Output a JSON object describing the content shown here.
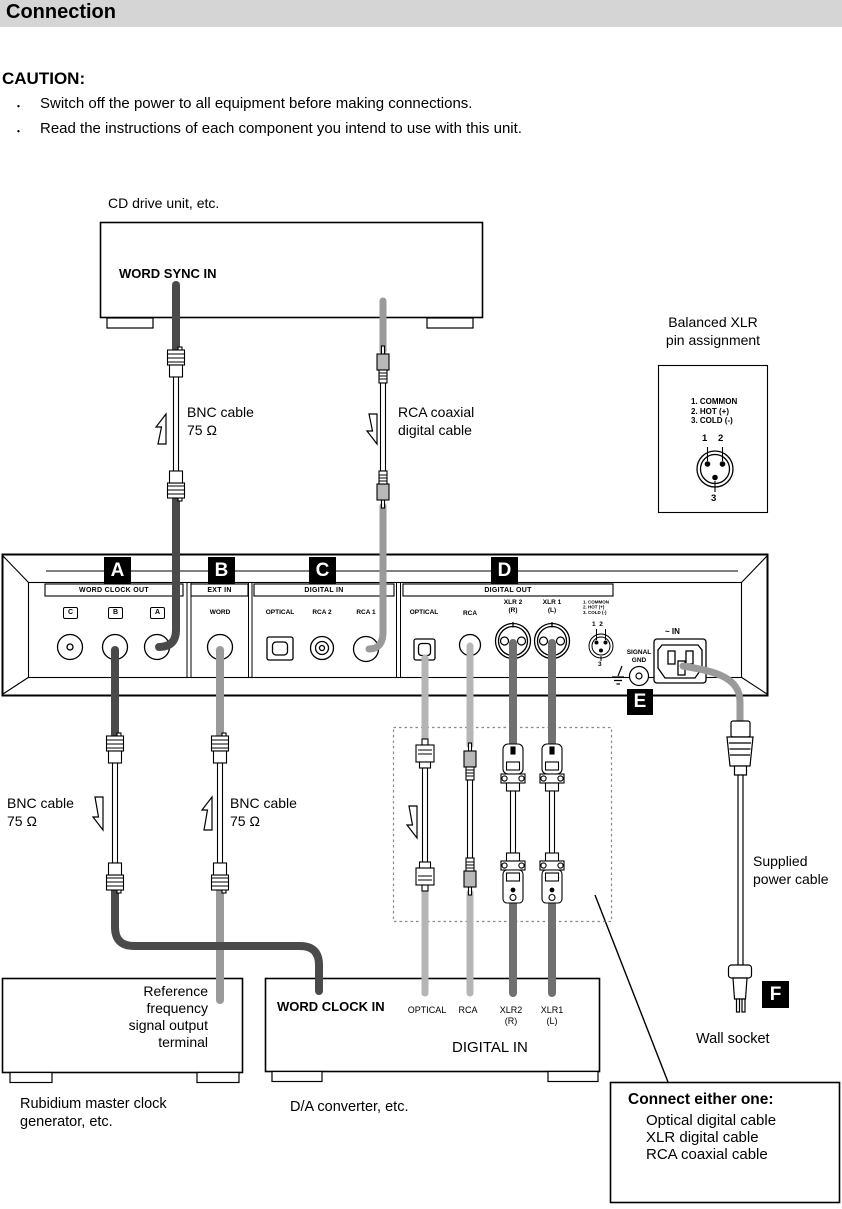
{
  "page": {
    "title": "Connection"
  },
  "caution": {
    "heading": "CAUTION:",
    "bullet": "・",
    "items": [
      "Switch off the power to all equipment before making connections.",
      "Read the instructions of each component you intend to use with this unit."
    ]
  },
  "cd_unit": {
    "caption": "CD drive unit, etc.",
    "port": "WORD SYNC IN"
  },
  "labels": {
    "bnc_top": {
      "l1": "BNC cable",
      "l2": "75 Ω"
    },
    "rca_top": {
      "l1": "RCA coaxial",
      "l2": "digital cable"
    },
    "bnc_left": {
      "l1": "BNC cable",
      "l2": "75 Ω"
    },
    "bnc_right": {
      "l1": "BNC cable",
      "l2": "75 Ω"
    },
    "power": {
      "l1": "Supplied",
      "l2": "power cable"
    },
    "wall_socket": "Wall socket"
  },
  "xlr_box": {
    "title1": "Balanced XLR",
    "title2": "pin assignment",
    "pins": [
      "1. COMMON",
      "2. HOT (+)",
      "3. COLD (-)"
    ],
    "n1": "1",
    "n2": "2",
    "n3": "3"
  },
  "markers": {
    "a": "A",
    "b": "B",
    "c": "C",
    "d": "D",
    "e": "E",
    "f": "F"
  },
  "panel": {
    "bars": {
      "word_clock_out": "WORD CLOCK OUT",
      "ext_in": "EXT IN",
      "digital_in": "DIGITAL IN",
      "digital_out": "DIGITAL OUT"
    },
    "terminals": {
      "c": "C",
      "b": "B",
      "a": "A",
      "word": "WORD",
      "optical_in": "OPTICAL",
      "rca2": "RCA 2",
      "rca1": "RCA 1",
      "optical_out": "OPTICAL",
      "rca_out": "RCA",
      "xlr2": "XLR 2",
      "xlr2_ch": "(R)",
      "xlr1": "XLR 1",
      "xlr1_ch": "(L)"
    },
    "pin_note": {
      "lines": [
        "1. COMMON",
        "2. HOT (+)",
        "3. COLD (-)"
      ],
      "p12": "1  2",
      "p3": "3"
    },
    "signal_gnd": {
      "l1": "SIGNAL",
      "l2": "GND"
    },
    "ac_in": "~ IN"
  },
  "rubidium": {
    "terminal": [
      "Reference",
      "frequency",
      "signal output",
      "terminal"
    ],
    "caption1": "Rubidium master clock",
    "caption2": "generator, etc."
  },
  "da": {
    "word_clock_in": "WORD CLOCK IN",
    "optical": "OPTICAL",
    "rca": "RCA",
    "xlr2": "XLR2",
    "xlr2_ch": "(R)",
    "xlr1": "XLR1",
    "xlr1_ch": "(L)",
    "digital_in": "DIGITAL IN",
    "caption": "D/A converter, etc."
  },
  "note": {
    "heading": "Connect either one:",
    "items": [
      "Optical digital cable",
      "XLR digital cable",
      "RCA coaxial cable"
    ]
  },
  "colors": {
    "title_bar": "#d5d5d5",
    "cable_dark": "#4a4a4a",
    "cable_gray": "#9a9a9a",
    "cable_light": "#b5b5b5",
    "cable_xlr": "#707070"
  }
}
